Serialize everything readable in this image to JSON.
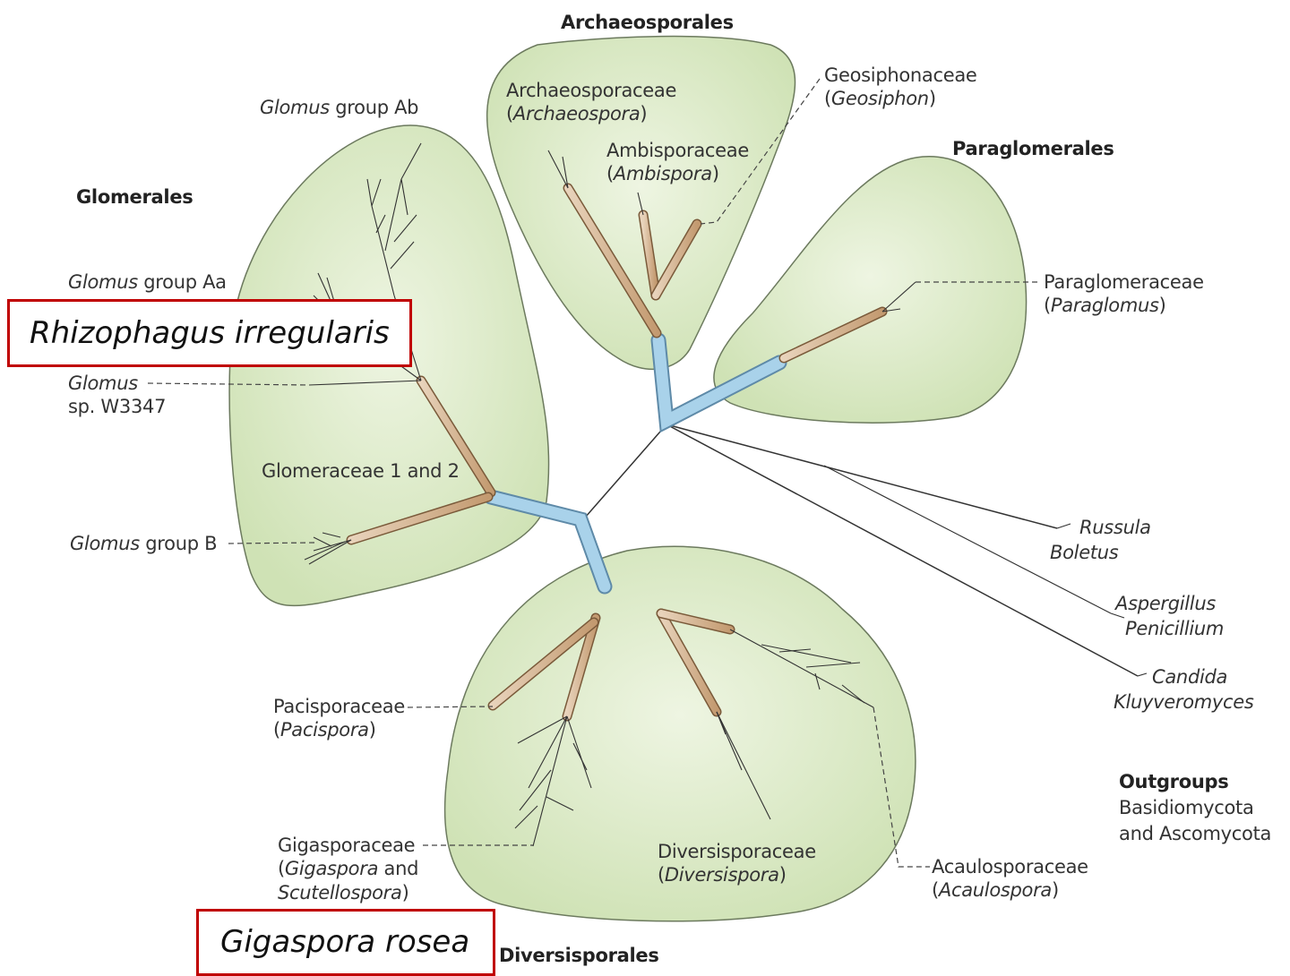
{
  "orders": {
    "archaeosporales": "Archaeosporales",
    "glomerales": "Glomerales",
    "paraglomerales": "Paraglomerales",
    "diversisporales": "Diversisporales"
  },
  "taxa": {
    "glomus_ab": {
      "genus": "Glomus",
      "rest": " group Ab"
    },
    "glomus_aa": {
      "genus": "Glomus",
      "rest": " group Aa"
    },
    "glomus_w3347": {
      "genus": "Glomus",
      "rest": "sp. W3347"
    },
    "glomeraceae": "Glomeraceae 1 and 2",
    "glomus_b": {
      "genus": "Glomus",
      "rest": " group  B"
    },
    "archaeosporaceae": {
      "family": "Archaeosporaceae",
      "genus": "Archaeospora"
    },
    "ambisporaceae": {
      "family": "Ambisporaceae",
      "genus": "Ambispora"
    },
    "geosiphonaceae": {
      "family": "Geosiphonaceae",
      "genus": "Geosiphon"
    },
    "paraglomeraceae": {
      "family": "Paraglomeraceae",
      "genus": "Paraglomus"
    },
    "pacisporaceae": {
      "family": "Pacisporaceae",
      "genus": "Pacispora"
    },
    "gigasporaceae": {
      "family": "Gigasporaceae",
      "genus1": "Gigaspora",
      "and": " and",
      "genus2": "Scutellospora"
    },
    "diversisporaceae": {
      "family": "Diversisporaceae",
      "genus": "Diversispora"
    },
    "acaulosporaceae": {
      "family": "Acaulosporaceae",
      "genus": "Acaulospora"
    }
  },
  "outgroup_taxa": {
    "russula": "Russula",
    "boletus": "Boletus",
    "aspergillus": "Aspergillus",
    "penicillium": "Penicillium",
    "candida": "Candida",
    "kluyveromyces": "Kluyveromyces"
  },
  "outgroups": {
    "title": "Outgroups",
    "line1": "Basidiomycota",
    "line2": "and Ascomycota"
  },
  "callouts": {
    "rhizophagus": "Rhizophagus irregularis",
    "gigaspora": "Gigaspora rosea"
  },
  "colors": {
    "blob_fill": "#d6e6bd",
    "blob_stroke": "#6c7a5e",
    "branch_tan": "#c9a47e",
    "branch_blue": "#9fcbe6",
    "callout_border": "#c00000"
  }
}
